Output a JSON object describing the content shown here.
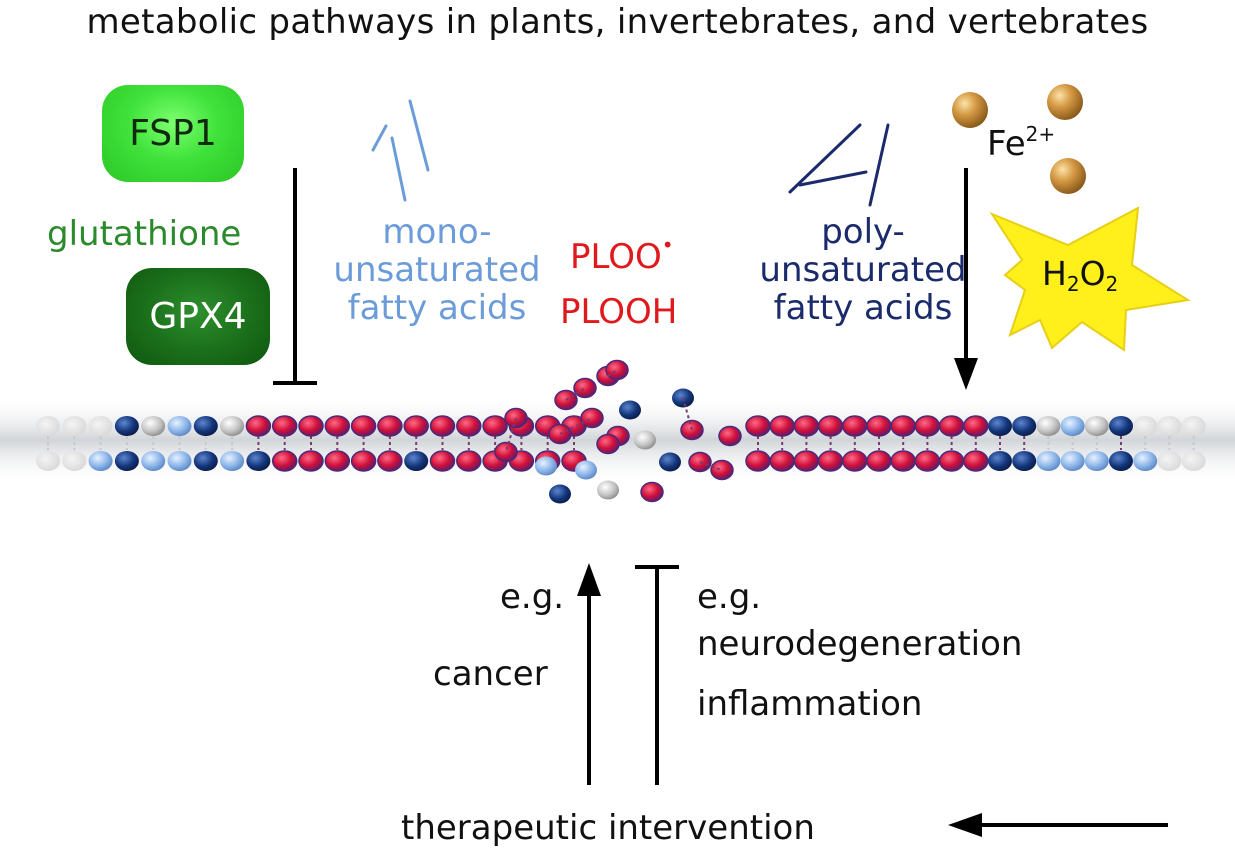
{
  "title": "metabolic pathways in plants, invertebrates, and vertebrates",
  "labels": {
    "fsp1": "FSP1",
    "glutathione": "glutathione",
    "gpx4": "GPX4",
    "mono_line1": "mono-",
    "mono_line2": "unsaturated",
    "mono_line3": "fatty acids",
    "poly_line1": "poly-",
    "poly_line2": "unsaturated",
    "poly_line3": "fatty acids",
    "ploo": "PLOO",
    "plooh": "PLOOH",
    "fe": "Fe",
    "fe_charge": "2+",
    "h2o2_h": "H",
    "h2o2_2a": "2",
    "h2o2_o": "O",
    "h2o2_2b": "2",
    "eg_left": "e.g.",
    "cancer": "cancer",
    "eg_right": "e.g.",
    "neurodegeneration": "neurodegeneration",
    "inflammation": "inflammation",
    "therapeutic": "therapeutic intervention"
  },
  "colors": {
    "red_head": "#d0103a",
    "dark_blue_head": "#13357a",
    "light_blue_head": "#8ab4e8",
    "gray_head": "#b8b8b8",
    "fsp1_green": "#3fe23a",
    "gpx4_green": "#1a6e1a",
    "glutathione_green": "#2b8a2b",
    "mono_blue": "#6b9bd8",
    "poly_navy": "#1a2a6b",
    "radical_red": "#e0191c",
    "iron_bronze": "#c08a3a",
    "h2o2_yellow": "#ffef1a"
  }
}
